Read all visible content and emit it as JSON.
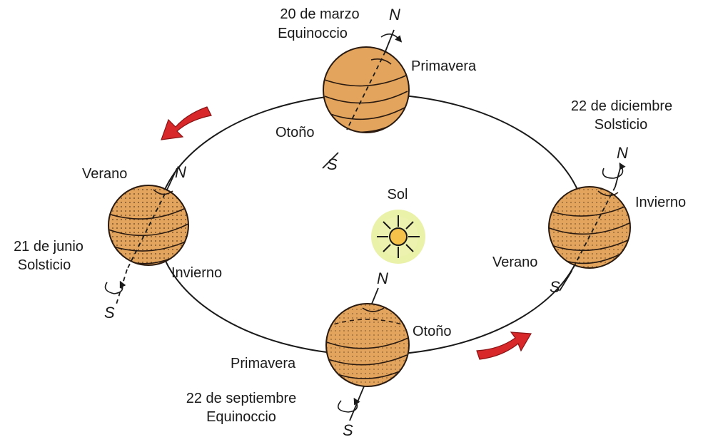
{
  "labels": {
    "sun": "Sol",
    "march_date": "20 de marzo",
    "march_event": "Equinoccio",
    "march_primavera": "Primavera",
    "march_otono": "Otoño",
    "june_date": "21 de junio",
    "june_event": "Solsticio",
    "june_verano": "Verano",
    "june_invierno": "Invierno",
    "dec_date": "22 de diciembre",
    "dec_event": "Solsticio",
    "dec_invierno": "Invierno",
    "dec_verano": "Verano",
    "sep_date": "22 de septiembre",
    "sep_event": "Equinoccio",
    "sep_primavera": "Primavera",
    "sep_otono": "Otoño",
    "north": "N",
    "south": "S"
  },
  "colors": {
    "globe": "#e3a55e",
    "sun_core": "#f6c24a",
    "sun_glow": "#e6ee9a",
    "arrow": "#d8282a",
    "orbit": "#1a1a1a"
  },
  "icons": [
    "curved-arrow-icon",
    "rotation-arrow-icon",
    "sun-icon"
  ]
}
